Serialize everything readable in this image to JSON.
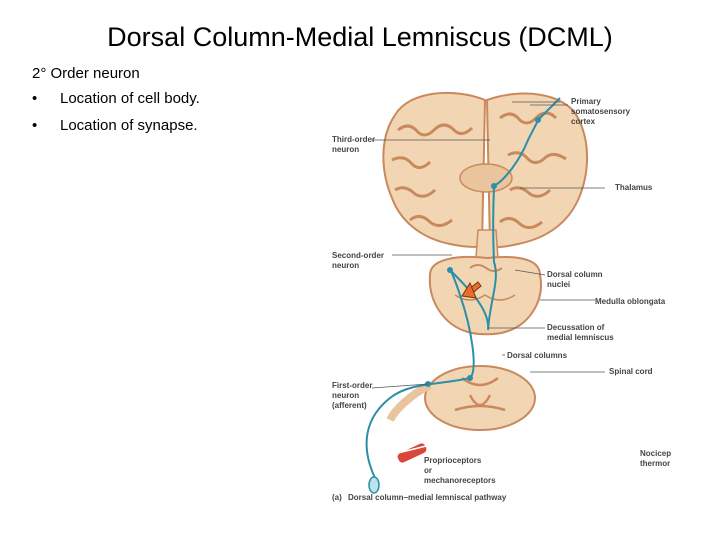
{
  "slide": {
    "title": "Dorsal Column-Medial Lemniscus (DCML)",
    "subtitle": "2° Order neuron",
    "bullets": [
      "Location of cell body.",
      "Location of synapse."
    ],
    "bullet_glyph": "•"
  },
  "diagram": {
    "labels": {
      "primary_line1": "Primary",
      "primary_line2": "somatosensory",
      "primary_line3": "cortex",
      "third_line1": "Third-order",
      "third_line2": "neuron",
      "thalamus": "Thalamus",
      "second_line1": "Second-order",
      "second_line2": "neuron",
      "dcn_line1": "Dorsal column",
      "dcn_line2": "nuclei",
      "medulla": "Medulla oblongata",
      "decus_line1": "Decussation of",
      "decus_line2": "medial lemniscus",
      "dorsal_columns": "Dorsal columns",
      "spinal_cord": "Spinal cord",
      "first_line1": "First-order",
      "first_line2": "neuron",
      "first_line3": "(afferent)",
      "nocicep_line1": "Nocicep",
      "nocicep_line2": "thermor",
      "prop_line1": "Proprioceptors",
      "prop_line2": "or",
      "prop_line3": "mechanoreceptors",
      "caption_letter": "(a)",
      "caption": "Dorsal column–medial lemniscal pathway"
    },
    "colors": {
      "tissue": "#f2d6b3",
      "gyri_outline": "#c9895c",
      "neuron": "#2a8fa8",
      "arrow": "#e86f2a",
      "receptor": "#d9463a"
    }
  }
}
